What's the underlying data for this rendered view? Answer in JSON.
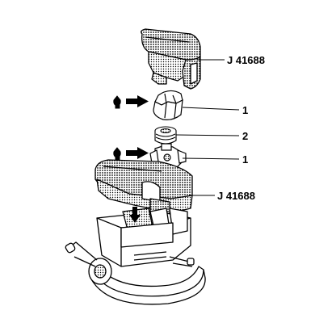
{
  "callouts": {
    "tool_upper": "J 41688",
    "tool_lower": "J 41688",
    "part_upper": "1",
    "part_middle": "2",
    "part_lower": "1"
  },
  "icons": {
    "apply_upper": "grease-drop-icon",
    "apply_lower": "grease-drop-icon"
  },
  "colors": {
    "line": "#000000",
    "tool_fill": "#bdbdbd",
    "metal_fill": "#ffffff",
    "shadow": "#d9d9d9"
  }
}
